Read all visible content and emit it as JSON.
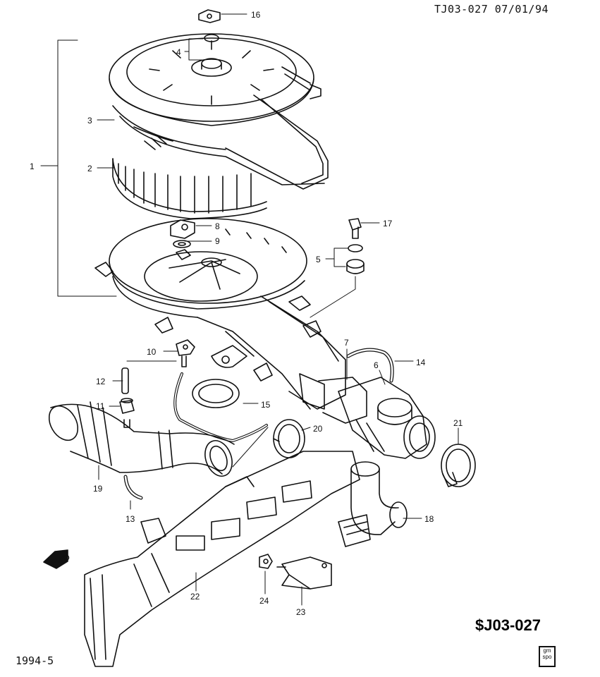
{
  "header": {
    "doc_id": "TJ03-027",
    "date": "07/01/94"
  },
  "footer": {
    "diagram_code": "$J03-027",
    "year_month": "1994-5",
    "logo_line1": "gm",
    "logo_line2": "spo"
  },
  "fwd_arrow": {
    "label": "FWD"
  },
  "callouts": [
    {
      "id": "1",
      "label": "1"
    },
    {
      "id": "2",
      "label": "2"
    },
    {
      "id": "3",
      "label": "3"
    },
    {
      "id": "4",
      "label": "4"
    },
    {
      "id": "5",
      "label": "5"
    },
    {
      "id": "6",
      "label": "6"
    },
    {
      "id": "7",
      "label": "7"
    },
    {
      "id": "8",
      "label": "8"
    },
    {
      "id": "9",
      "label": "9"
    },
    {
      "id": "10",
      "label": "10"
    },
    {
      "id": "11",
      "label": "11"
    },
    {
      "id": "12",
      "label": "12"
    },
    {
      "id": "13",
      "label": "13"
    },
    {
      "id": "14",
      "label": "14"
    },
    {
      "id": "15",
      "label": "15"
    },
    {
      "id": "16",
      "label": "16"
    },
    {
      "id": "17",
      "label": "17"
    },
    {
      "id": "18",
      "label": "18"
    },
    {
      "id": "19",
      "label": "19"
    },
    {
      "id": "20",
      "label": "20"
    },
    {
      "id": "21",
      "label": "21"
    },
    {
      "id": "22",
      "label": "22"
    },
    {
      "id": "23",
      "label": "23"
    },
    {
      "id": "24",
      "label": "24"
    }
  ]
}
